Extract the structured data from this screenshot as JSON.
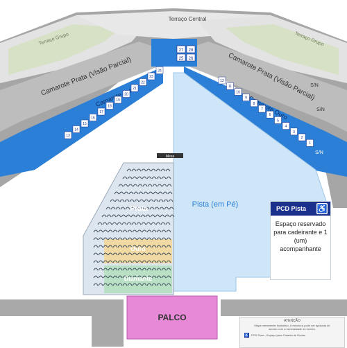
{
  "labels": {
    "terraco_central": "Terraço Central",
    "terraco_grupo_left": "Terraço Grupo",
    "terraco_grupo_right": "Terraço Grupo",
    "camarote_prata_left": "Camarote Prata (Visão Parcial)",
    "camarote_prata_right": "Camarote Prata (Visão Parcial)",
    "camarote_ouro_left": "Camarote Ouro",
    "camarote_ouro_right": "Camarote Ouro",
    "pista": "Pista (em Pé)",
    "prata": "Prata",
    "ouro": "Ouro",
    "diamante": "Diamante",
    "palco": "PALCO",
    "sn_1": "S/N",
    "sn_2": "S/N",
    "sn_3": "S/N",
    "mesa_tag": "Mesa",
    "central_boxes": [
      "27",
      "28",
      "25",
      "26"
    ]
  },
  "ouro_left_boxes": [
    "13",
    "14",
    "15",
    "16",
    "17",
    "18",
    "19",
    "20",
    "21",
    "22",
    "23",
    "24"
  ],
  "ouro_right_boxes": [
    "12",
    "11",
    "10",
    "9",
    "8",
    "7",
    "6",
    "5",
    "4",
    "3",
    "2",
    "1"
  ],
  "pcd": {
    "title": "PCD Pista",
    "icon": "wheelchair-icon",
    "description": "Espaço reservado para cadeirante e 1 (um) acompanhante"
  },
  "notice": {
    "title": "ATENÇÃO",
    "text": "Mapa meramente ilustrativo. A estrutura pode ser ajustada de acordo com a necessidade do evento.",
    "pcd_line": "PCD Pista - Espaço para Cadeira de Rodas"
  },
  "colors": {
    "pista": "#cfe6f8",
    "ouro_band": "#2b7fd6",
    "prata_band": "#a9a9a9",
    "terrace": "#dedede",
    "terrace_green": "#d8e2c8",
    "palco": "#e889d8",
    "pcd": "#1b2f8c",
    "seat_block": "#dde5ee",
    "ouro_seats": "#f0d9a3",
    "diamante_seats": "#b9e0c4"
  }
}
